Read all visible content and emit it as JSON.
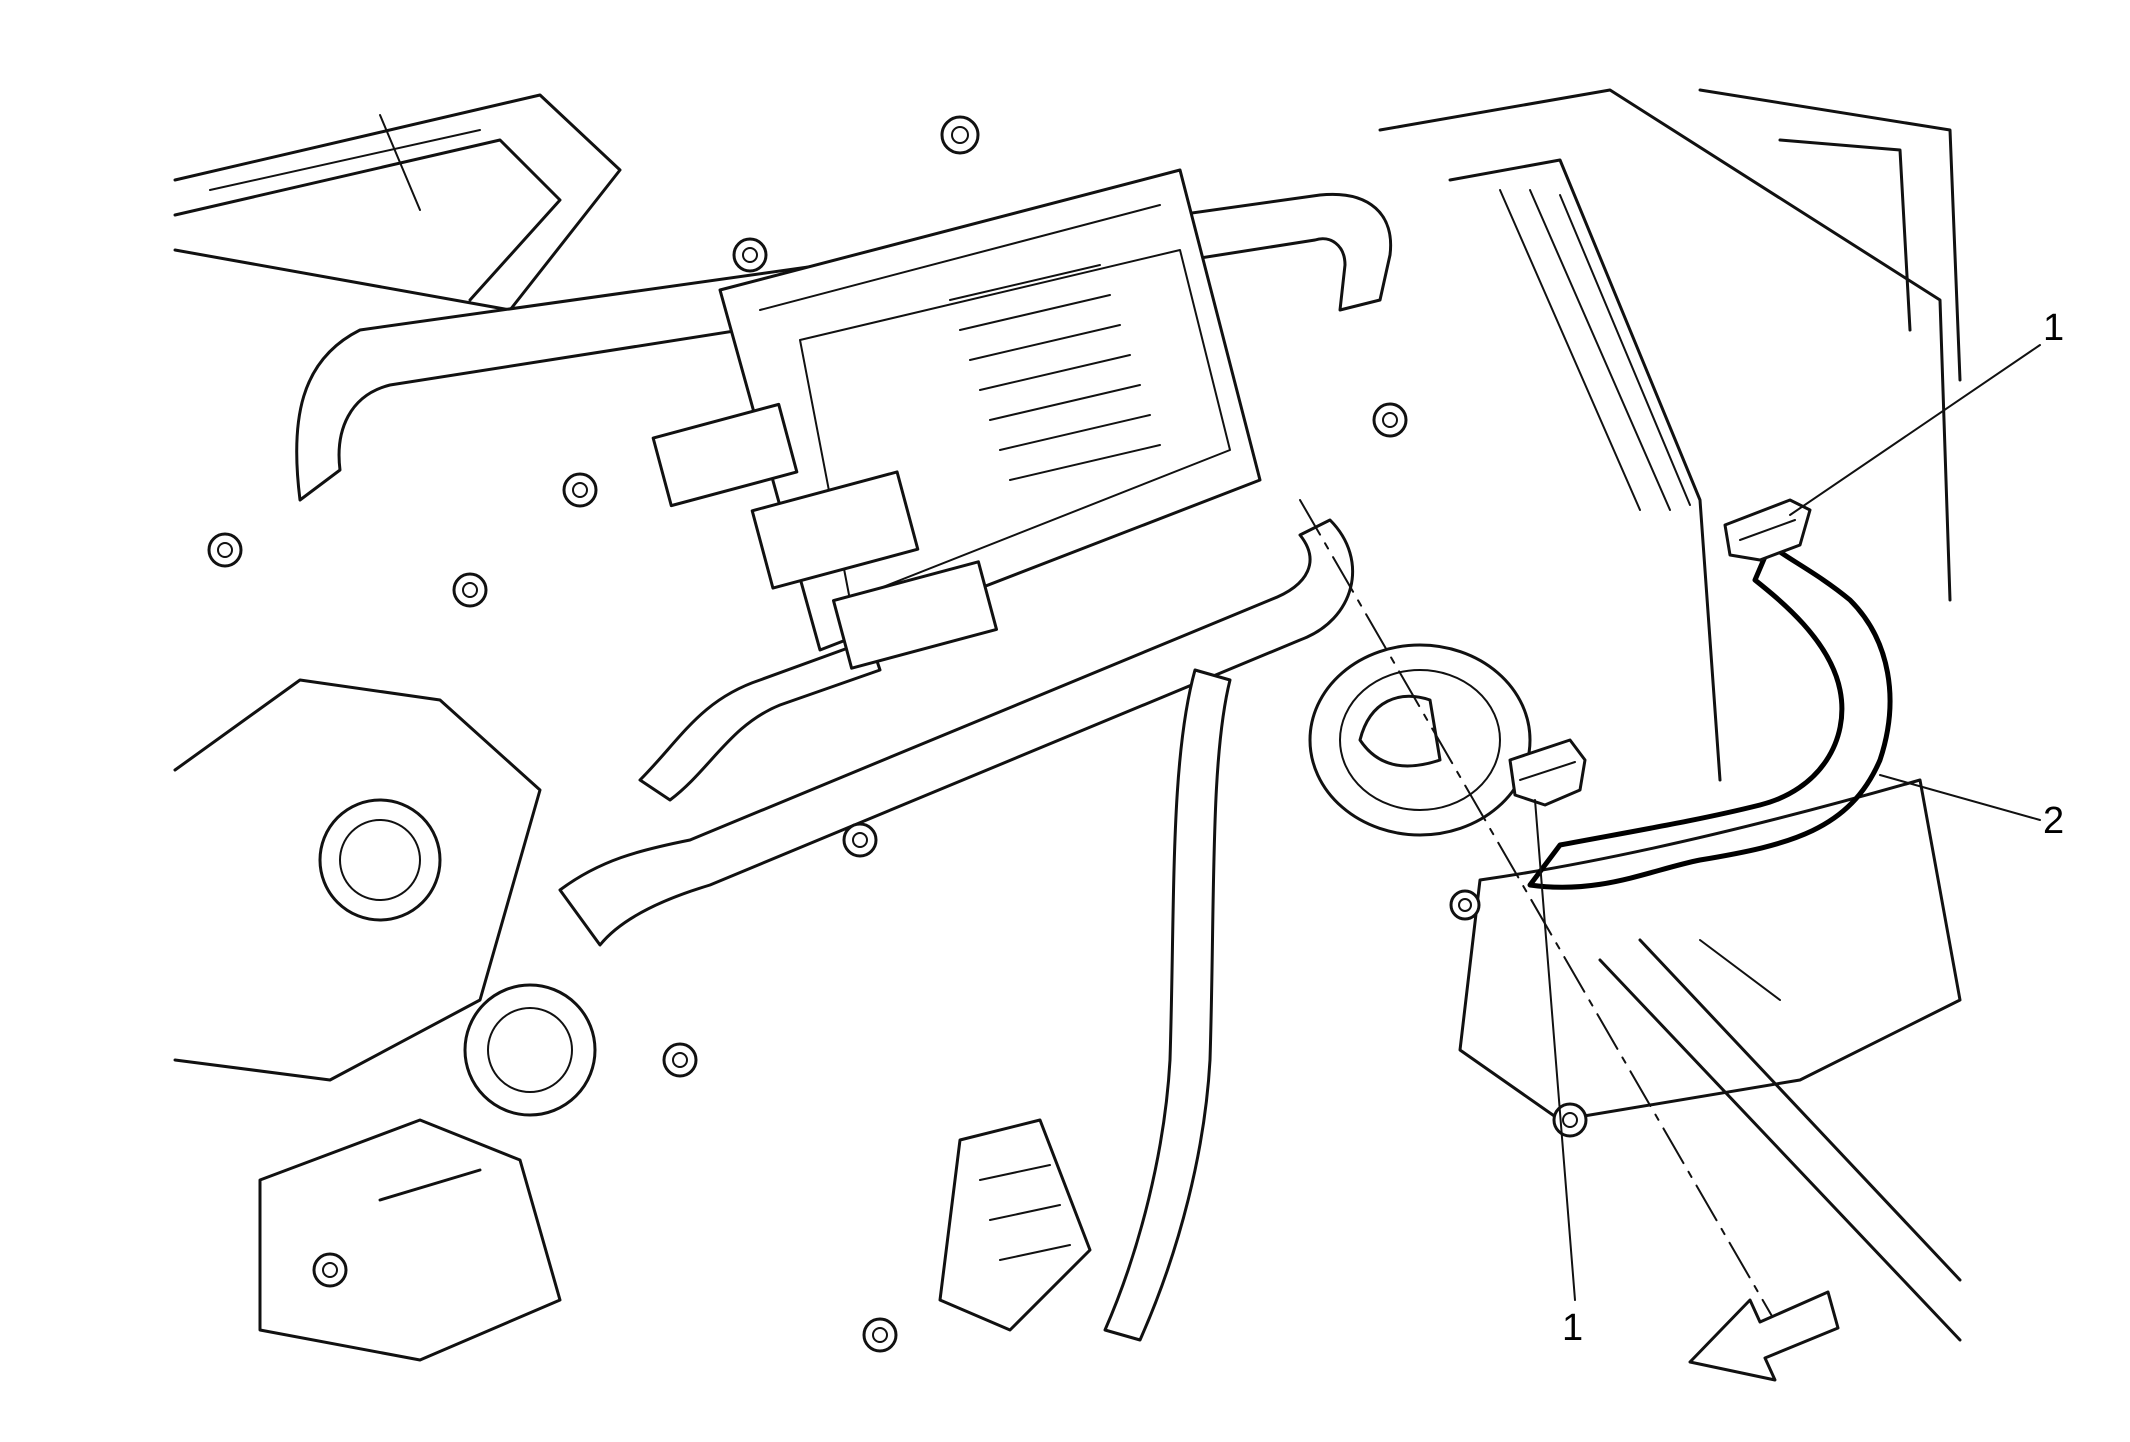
{
  "callouts": {
    "clamp_upper": "1",
    "hose": "2",
    "clamp_lower": "1"
  },
  "icons": {
    "orientation": "front-direction-arrow-icon"
  }
}
